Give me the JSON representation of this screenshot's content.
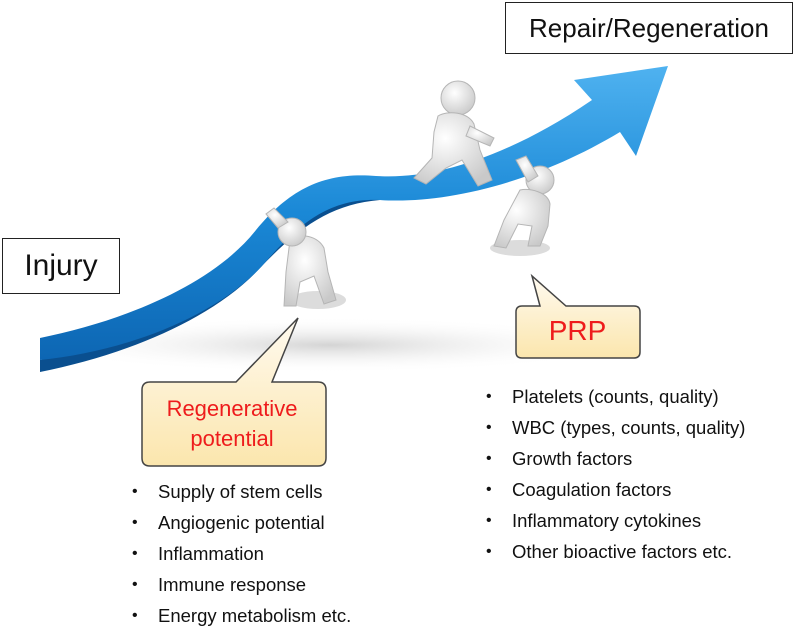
{
  "labels": {
    "repair": "Repair/Regeneration",
    "injury": "Injury",
    "prp": "PRP",
    "regenerative_line1": "Regenerative",
    "regenerative_line2": "potential"
  },
  "prp_factors": [
    "Platelets (counts, quality)",
    "WBC (types, counts, quality)",
    "Growth factors",
    "Coagulation factors",
    "Inflammatory  cytokines",
    "Other bioactive factors etc."
  ],
  "regenerative_factors": [
    "Supply of stem cells",
    "Angiogenic potential",
    "Inflammation",
    "Immune response",
    "Energy metabolism etc."
  ],
  "colors": {
    "arrow": "#1a88d6",
    "arrow_dark": "#0e5fa6",
    "callout_fill": "#fdf0c6",
    "callout_accent": "#ee1c1c",
    "figure": "#eeeeee"
  }
}
